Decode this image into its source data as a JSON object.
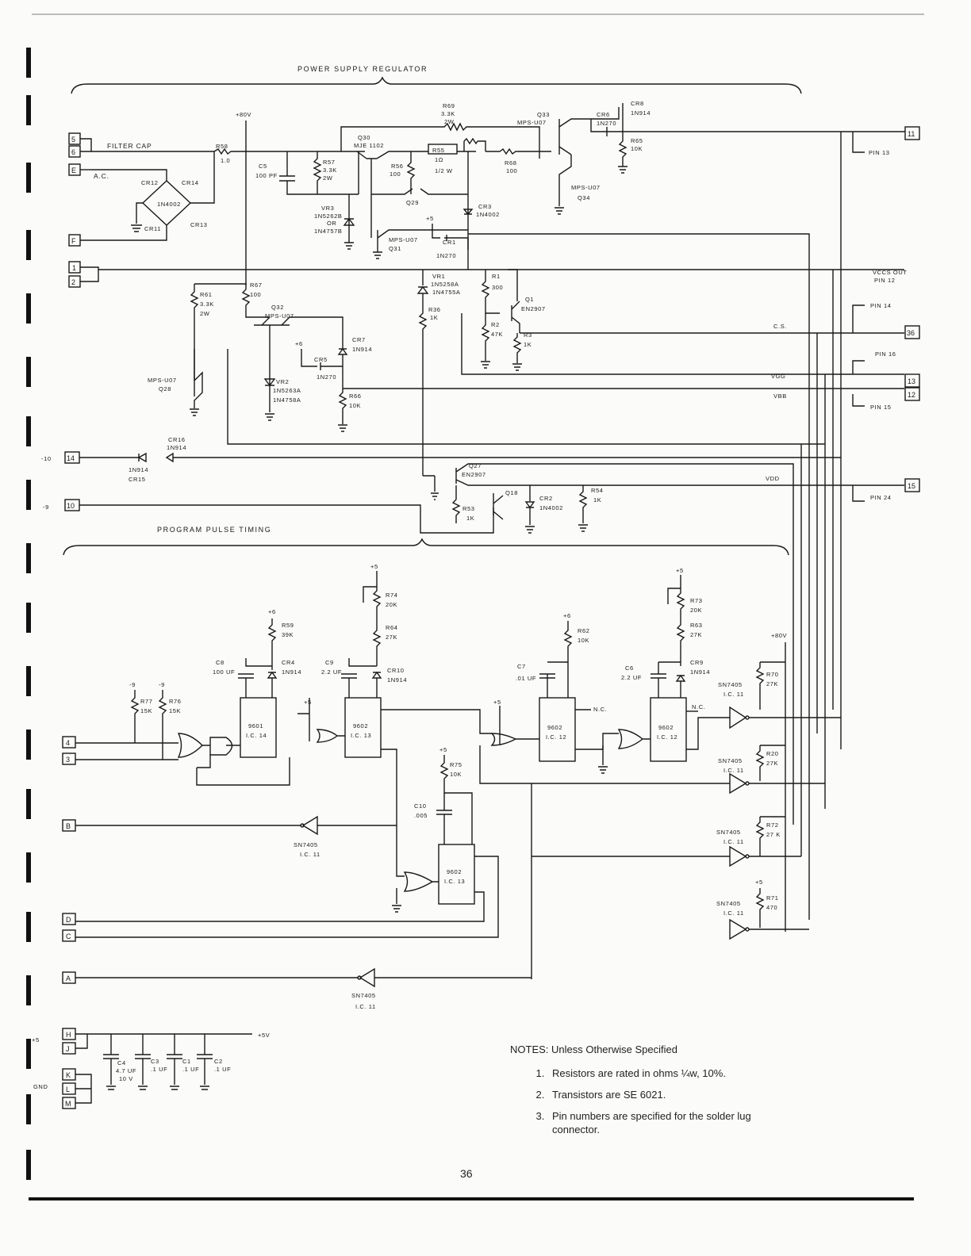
{
  "sections": {
    "power_supply_regulator": "POWER SUPPLY REGULATOR",
    "program_pulse_timing": "PROGRAM PULSE TIMING"
  },
  "connector_pins": {
    "p5": "5",
    "p6": "6",
    "pE": "E",
    "pF": "F",
    "p1": "1",
    "p2": "2",
    "p14": "14",
    "p10": "10",
    "p4": "4",
    "p3": "3",
    "pB": "B",
    "pD": "D",
    "pC": "C",
    "pA": "A",
    "pH": "H",
    "pJ": "J",
    "pK": "K",
    "pL": "L",
    "pM": "M",
    "p11": "11",
    "p36": "36",
    "p13": "13",
    "p12": "12",
    "p15": "15"
  },
  "labels": {
    "filter_cap": "FILTER CAP",
    "ac": "A.C.",
    "plus80v": "+80V",
    "minus10": "-10",
    "minus9": "-9",
    "plus5": "+5",
    "gnd": "GND",
    "plus5v": "+5V",
    "nc": "N.C.",
    "plus5_small": "+5",
    "plus6": "+6",
    "vccs_out": "VCCS OUT",
    "pin12": "PIN 12",
    "pin13": "PIN 13",
    "pin14": "PIN 14",
    "pin16": "PIN 16",
    "pin15": "PIN 15",
    "pin24": "PIN 24",
    "cs": "C.S.",
    "vgg": "VGG",
    "vbb": "VBB",
    "vdd": "VDD",
    "minus9_a": "-9",
    "minus9_b": "-9"
  },
  "components": {
    "r58": "R58",
    "r58v": "1.0",
    "c5": "C5",
    "c5v": "100 PF",
    "r57": "R57",
    "r57v": "3.3K",
    "r57w": "2W",
    "q30": "Q30",
    "q30t": "MJE 1102",
    "r69": "R69",
    "r69v": "3.3K",
    "r69w": "2W",
    "r55": "R55",
    "r55v": "1Ω",
    "r56": "R56",
    "r56v": "100",
    "r55w": "1/2 W",
    "q33": "Q33",
    "q33t": "MPS-U07",
    "r68": "R68",
    "r68v": "100",
    "cr6": "CR6",
    "cr6t": "1N270",
    "cr8": "CR8",
    "cr8t": "1N914",
    "r65": "R65",
    "r65v": "10K",
    "q34": "Q34",
    "q34t": "MPS-U07",
    "q29": "Q29",
    "vr3": "VR3",
    "vr3t": "1N5262B",
    "vr3o": "OR",
    "vr3a": "1N4757B",
    "cr3": "CR3",
    "cr3t": "1N4002",
    "q31": "Q31",
    "q31t": "MPS-U07",
    "cr1": "CR1",
    "cr1t": "1N270",
    "cr12": "CR12",
    "cr14": "CR14",
    "cr11": "CR11",
    "cr13": "CR13",
    "in4002": "1N4002",
    "r61": "R61",
    "r61v": "3.3K",
    "r61w": "2W",
    "r67": "R67",
    "r67v": "100",
    "q32": "Q32",
    "q32t": "MPS-U07",
    "vr1": "VR1",
    "vr1t": "1N5258A",
    "vr1a": "1N4755A",
    "r36": "R36",
    "r36v": "1K",
    "r1": "R1",
    "r1v": "300",
    "q1": "Q1",
    "q1t": "EN2907",
    "r2": "R2",
    "r2v": "47K",
    "r3": "R3",
    "r3v": "1K",
    "cr7": "CR7",
    "cr7t": "1N914",
    "cr5": "CR5",
    "cr5t": "1N270",
    "vr2": "VR2",
    "vr2t": "1N5263A",
    "vr2a": "1N4758A",
    "r66": "R66",
    "r66v": "10K",
    "q28": "Q28",
    "q28t": "MPS-U07",
    "cr16": "CR16",
    "cr16t": "1N914",
    "cr15": "CR15",
    "cr15t": "1N914",
    "q27": "Q27",
    "q27t": "EN2907",
    "q18": "Q18",
    "cr2": "CR2",
    "cr2t": "1N4002",
    "r54": "R54",
    "r54v": "1K",
    "r53": "R53",
    "r53v": "1K",
    "r74": "R74",
    "r74v": "20K",
    "r64": "R64",
    "r64v": "27K",
    "r59": "R59",
    "r59v": "39K",
    "c8": "C8",
    "c8v": "100 UF",
    "cr4": "CR4",
    "cr4t": "1N914",
    "c9": "C9",
    "c9v": "2.2 UF",
    "cr10": "CR10",
    "cr10t": "1N914",
    "r77": "R77",
    "r77v": "15K",
    "r76": "R76",
    "r76v": "15K",
    "ic14": "9601",
    "ic14t": "I.C. 14",
    "ic13": "9602",
    "ic13t": "I.C. 13",
    "r62": "R62",
    "r62v": "10K",
    "c7": "C7",
    "c7v": ".01 UF",
    "ic12a": "9602",
    "ic12at": "I.C. 12",
    "r73": "R73",
    "r73v": "20K",
    "r63": "R63",
    "r63v": "27K",
    "c6": "C6",
    "c6v": "2.2 UF",
    "cr9": "CR9",
    "cr9t": "1N914",
    "ic12b": "9602",
    "ic12bt": "I.C. 12",
    "r70": "R70",
    "r70v": "27K",
    "r20": "R20",
    "r20v": "27K",
    "r72": "R72",
    "r72v": "27 K",
    "r71": "R71",
    "r71v": "470",
    "r75": "R75",
    "r75v": "10K",
    "c10": "C10",
    "c10v": ".005",
    "ic13b": "9602",
    "ic13bt": "I.C. 13",
    "sn7405": "SN7405",
    "ic11": "I.C. 11",
    "c4": "C4",
    "c4v": "4.7 UF",
    "c4w": "10 V",
    "c3": "C3",
    "c3v": ".1 UF",
    "c1": "C1",
    "c1v": ".1 UF",
    "c2": "C2",
    "c2v": ".1 UF"
  },
  "notes": {
    "title": "NOTES:   Unless Otherwise Specified",
    "items": [
      "Resistors are rated in ohms ¼w, 10%.",
      "Transistors are SE 6021.",
      "Pin numbers are specified for the solder lug connector."
    ]
  },
  "page_number": "36"
}
